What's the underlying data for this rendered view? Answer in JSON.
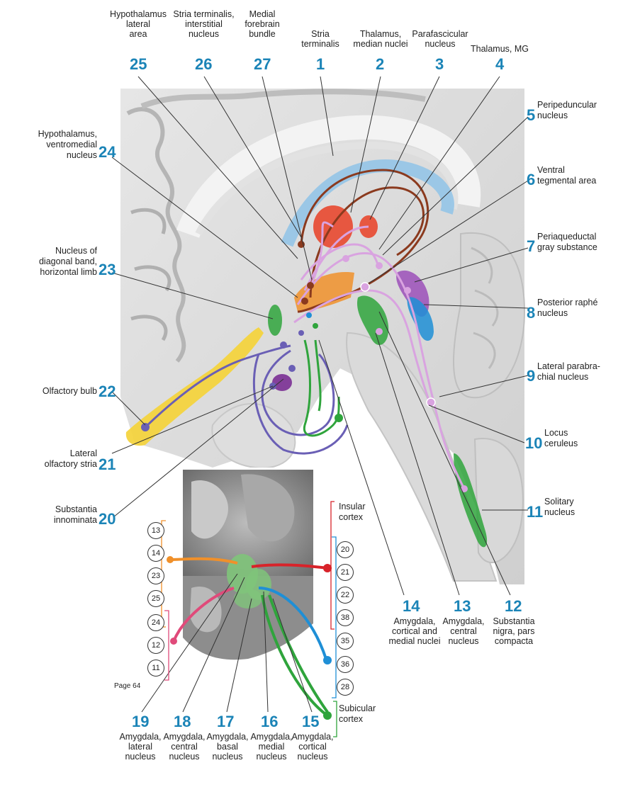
{
  "top_labels": [
    {
      "num": "25",
      "lines": [
        "Hypothalamus",
        "lateral",
        "area"
      ]
    },
    {
      "num": "26",
      "lines": [
        "Stria terminalis,",
        "interstitial",
        "nucleus"
      ]
    },
    {
      "num": "27",
      "lines": [
        "Medial",
        "forebrain",
        "bundle"
      ]
    },
    {
      "num": "1",
      "lines": [
        "Stria",
        "terminalis"
      ]
    },
    {
      "num": "2",
      "lines": [
        "Thalamus,",
        "median nuclei"
      ]
    },
    {
      "num": "3",
      "lines": [
        "Parafascicular",
        "nucleus"
      ]
    },
    {
      "num": "4",
      "lines": [
        "Thalamus, MG"
      ]
    }
  ],
  "right_labels": [
    {
      "num": "5",
      "lines": [
        "Peripeduncular",
        "nucleus"
      ]
    },
    {
      "num": "6",
      "lines": [
        "Ventral",
        "tegmental area"
      ]
    },
    {
      "num": "7",
      "lines": [
        "Periaqueductal",
        "gray substance"
      ]
    },
    {
      "num": "8",
      "lines": [
        "Posterior raphé",
        "nucleus"
      ]
    },
    {
      "num": "9",
      "lines": [
        "Lateral parabra-",
        "chial nucleus"
      ]
    },
    {
      "num": "10",
      "lines": [
        "Locus",
        "ceruleus"
      ]
    },
    {
      "num": "11",
      "lines": [
        "Solitary",
        "nucleus"
      ]
    }
  ],
  "left_labels": [
    {
      "num": "24",
      "lines": [
        "Hypothalamus,",
        "ventromedial",
        "nucleus"
      ]
    },
    {
      "num": "23",
      "lines": [
        "Nucleus of",
        "diagonal band,",
        "horizontal limb"
      ]
    },
    {
      "num": "22",
      "lines": [
        "Olfactory bulb"
      ]
    },
    {
      "num": "21",
      "lines": [
        "Lateral",
        "olfactory stria"
      ]
    },
    {
      "num": "20",
      "lines": [
        "Substantia",
        "innominata"
      ]
    }
  ],
  "mid_labels": [
    {
      "num": "14",
      "lines": [
        "Amygdala,",
        "cortical and",
        "medial nuclei"
      ]
    },
    {
      "num": "13",
      "lines": [
        "Amygdala,",
        "central",
        "nucleus"
      ]
    },
    {
      "num": "12",
      "lines": [
        "Substantia",
        "nigra, pars",
        "compacta"
      ]
    }
  ],
  "bottom_labels": [
    {
      "num": "19",
      "lines": [
        "Amygdala,",
        "lateral",
        "nucleus"
      ]
    },
    {
      "num": "18",
      "lines": [
        "Amygdala,",
        "central",
        "nucleus"
      ]
    },
    {
      "num": "17",
      "lines": [
        "Amygdala,",
        "basal",
        "nucleus"
      ]
    },
    {
      "num": "16",
      "lines": [
        "Amygdala,",
        "medial",
        "nucleus"
      ]
    },
    {
      "num": "15",
      "lines": [
        "Amygdala,",
        "cortical",
        "nucleus"
      ]
    }
  ],
  "inset": {
    "page_label": "Page 64",
    "left_circles": [
      "13",
      "14",
      "23",
      "25",
      "24",
      "12",
      "11"
    ],
    "right_circles": [
      "20",
      "21",
      "22",
      "38",
      "35",
      "36",
      "28"
    ],
    "insular_label": [
      "Insular",
      "cortex"
    ],
    "subicular_label": [
      "Subicular",
      "cortex"
    ]
  },
  "colors": {
    "number_blue": "#1b84b7",
    "pathway_violet": "#d9a3e0",
    "pathway_brown": "#8b3a1e",
    "pathway_indigo": "#6a5fb5",
    "pathway_green": "#2fa43c",
    "pathway_orange": "#f0902a",
    "pathway_red": "#d8232a",
    "pathway_pink": "#e04a7a",
    "pathway_blue": "#1f8fd6",
    "olfactory_yellow": "#f4d23a"
  }
}
